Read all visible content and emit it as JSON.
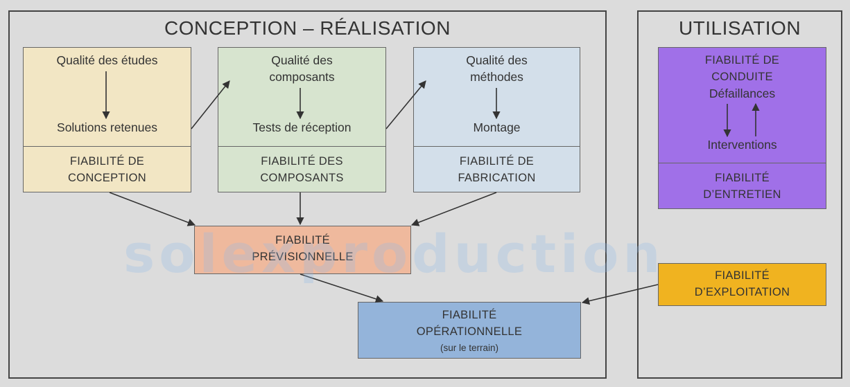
{
  "diagram": {
    "sections": {
      "conception": {
        "title": "CONCEPTION – RÉALISATION"
      },
      "utilisation": {
        "title": "UTILISATION"
      }
    },
    "boxes": {
      "etudes": {
        "top_text": "Qualité des études",
        "bottom_text": "Solutions retenues",
        "label_line1": "FIABILITÉ DE",
        "label_line2": "CONCEPTION",
        "color": "#f2e6c4"
      },
      "composants": {
        "top_line1": "Qualité des",
        "top_line2": "composants",
        "bottom_text": "Tests de réception",
        "label_line1": "FIABILITÉ DES",
        "label_line2": "COMPOSANTS",
        "color": "#d7e4cf"
      },
      "methodes": {
        "top_line1": "Qualité des",
        "top_line2": "méthodes",
        "bottom_text": "Montage",
        "label_line1": "FIABILITÉ DE",
        "label_line2": "FABRICATION",
        "color": "#d3dfea"
      },
      "conduite": {
        "line1": "FIABILITÉ DE",
        "line2": "CONDUITE",
        "line3": "Défaillances",
        "line4": "Interventions",
        "label_line1": "FIABILITÉ",
        "label_line2": "D’ENTRETIEN",
        "color": "#a070e8"
      },
      "previsionnelle": {
        "line1": "FIABILITÉ",
        "line2": "PRÉVISIONNELLE",
        "color": "#efb99d"
      },
      "exploitation": {
        "line1": "FIABILITÉ",
        "line2": "D’EXPLOITATION",
        "color": "#f0b320"
      },
      "operationnelle": {
        "line1": "FIABILITÉ",
        "line2": "OPÉRATIONNELLE",
        "line3": "(sur le terrain)",
        "color": "#94b4da"
      }
    },
    "watermark": "solexproduction",
    "colors": {
      "line": "#333333",
      "frame": "#444444",
      "background": "#dcdcdc"
    }
  }
}
